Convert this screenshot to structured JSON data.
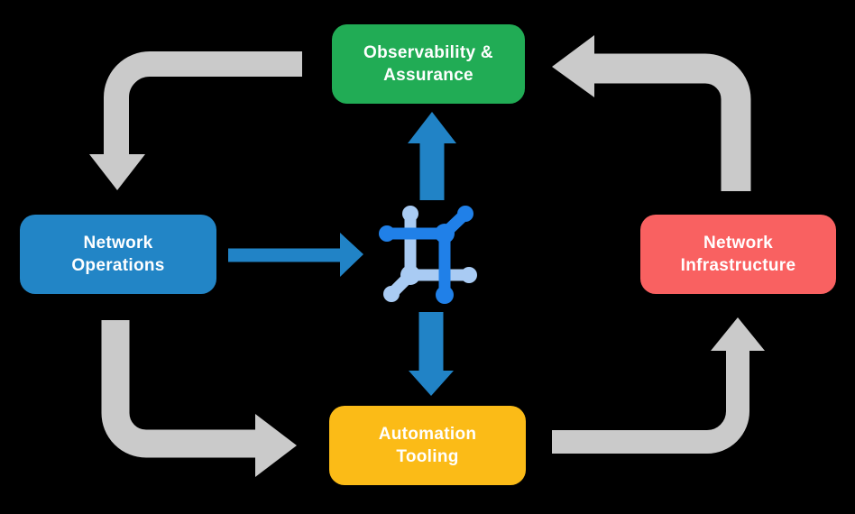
{
  "palette": {
    "background": "#000000",
    "node_text": "#FFFFFF",
    "arrow_gray": "#CACACA",
    "arrow_blue": "#2183C6",
    "icon_blue_dark": "#2080E8",
    "icon_blue_light": "#A9CBF3"
  },
  "nodes": {
    "observability": {
      "line1": "Observability &",
      "line2": "Assurance",
      "color": "#21AC55"
    },
    "operations": {
      "line1": "Network",
      "line2": "Operations",
      "color": "#2285C6"
    },
    "infrastructure": {
      "line1": "Network",
      "line2": "Infrastructure",
      "color": "#F96161"
    },
    "automation": {
      "line1": "Automation",
      "line2": "Tooling",
      "color": "#FBBB17"
    }
  },
  "center_icon": "network-mesh-icon",
  "flows": [
    {
      "from": "observability",
      "to": "operations",
      "style": "gray-elbow"
    },
    {
      "from": "infrastructure",
      "to": "observability",
      "style": "gray-elbow"
    },
    {
      "from": "operations",
      "to": "automation",
      "style": "gray-elbow"
    },
    {
      "from": "automation",
      "to": "infrastructure",
      "style": "gray-elbow"
    },
    {
      "from": "operations",
      "to": "center-icon",
      "style": "blue-straight"
    },
    {
      "from": "center-icon",
      "to": "observability",
      "style": "blue-straight"
    },
    {
      "from": "center-icon",
      "to": "automation",
      "style": "blue-straight"
    }
  ]
}
